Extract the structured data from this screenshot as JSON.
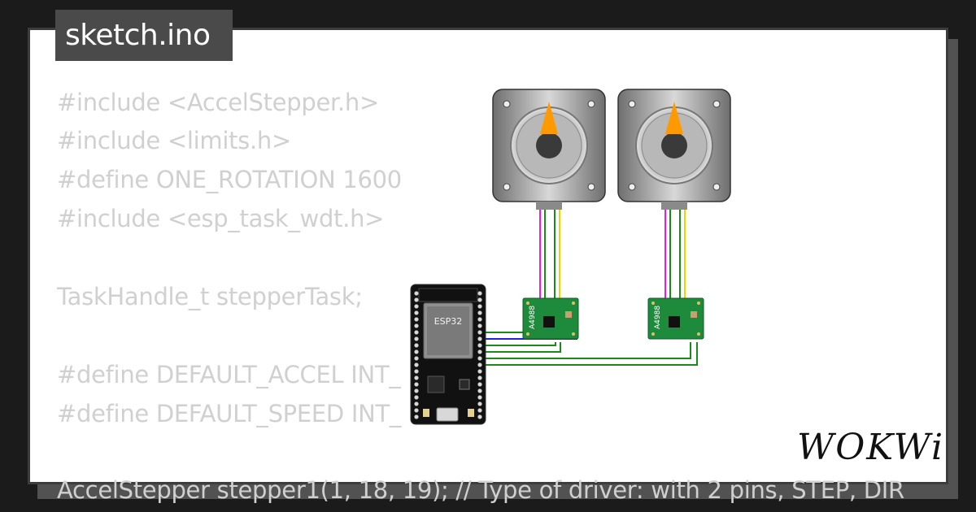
{
  "tab": {
    "filename": "sketch.ino"
  },
  "code_lines": [
    "#include <AccelStepper.h>",
    "#include <limits.h>",
    "#define ONE_ROTATION 1600",
    "#include <esp_task_wdt.h>",
    "",
    "TaskHandle_t stepperTask;",
    "",
    "#define DEFAULT_ACCEL INT_",
    "#define DEFAULT_SPEED INT_",
    "",
    "AccelStepper stepper1(1, 18, 19); // Type of driver: with 2 pins, STEP, DIR"
  ],
  "board": {
    "label": "ESP32"
  },
  "drivers": [
    {
      "label": "A4988"
    },
    {
      "label": "A4988"
    }
  ],
  "logo": {
    "text": "WOKWi"
  },
  "colors": {
    "background": "#1b1b1b",
    "canvas": "#ffffff",
    "tab": "#4a4a4a",
    "code": "#d0d0d0",
    "driver_board": "#1e8a3c",
    "wire_pink": "#e21ee2",
    "wire_green": "#1a8a1a",
    "wire_yellow": "#e6d800",
    "wire_blue": "#2020e0",
    "motor_indicator": "#ff9900"
  }
}
